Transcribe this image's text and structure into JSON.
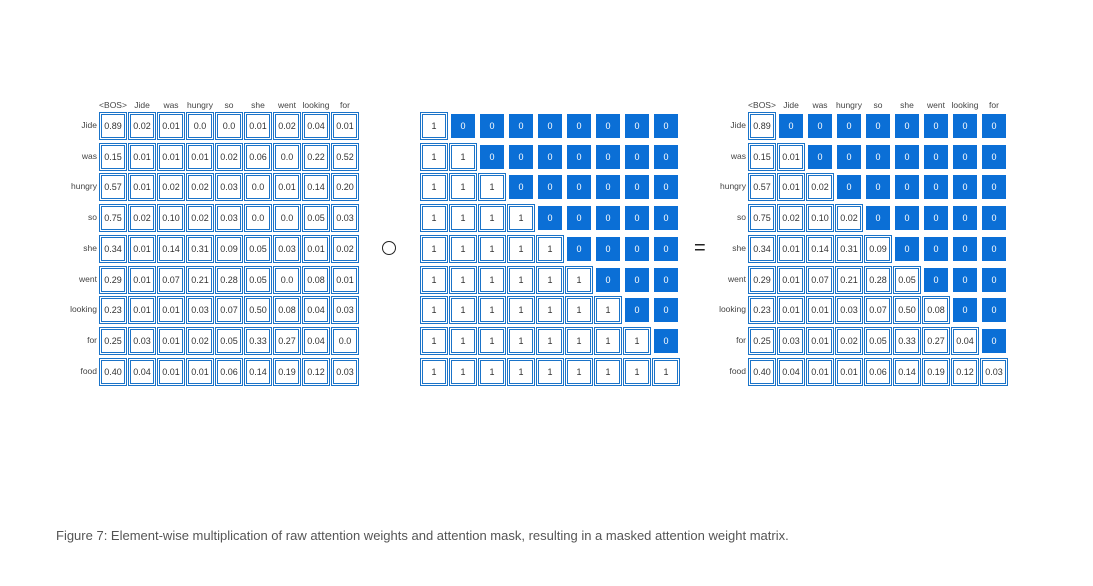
{
  "tokens": [
    "<BOS>",
    "Jide",
    "was",
    "hungry",
    "so",
    "she",
    "went",
    "looking",
    "for"
  ],
  "row_tokens": [
    "Jide",
    "was",
    "hungry",
    "so",
    "she",
    "went",
    "looking",
    "for",
    "food"
  ],
  "raw_weights": [
    [
      "0.89",
      "0.02",
      "0.01",
      "0.0",
      "0.0",
      "0.01",
      "0.02",
      "0.04",
      "0.01"
    ],
    [
      "0.15",
      "0.01",
      "0.01",
      "0.01",
      "0.02",
      "0.06",
      "0.0",
      "0.22",
      "0.52"
    ],
    [
      "0.57",
      "0.01",
      "0.02",
      "0.02",
      "0.03",
      "0.0",
      "0.01",
      "0.14",
      "0.20"
    ],
    [
      "0.75",
      "0.02",
      "0.10",
      "0.02",
      "0.03",
      "0.0",
      "0.0",
      "0.05",
      "0.03"
    ],
    [
      "0.34",
      "0.01",
      "0.14",
      "0.31",
      "0.09",
      "0.05",
      "0.03",
      "0.01",
      "0.02"
    ],
    [
      "0.29",
      "0.01",
      "0.07",
      "0.21",
      "0.28",
      "0.05",
      "0.0",
      "0.08",
      "0.01"
    ],
    [
      "0.23",
      "0.01",
      "0.01",
      "0.03",
      "0.07",
      "0.50",
      "0.08",
      "0.04",
      "0.03"
    ],
    [
      "0.25",
      "0.03",
      "0.01",
      "0.02",
      "0.05",
      "0.33",
      "0.27",
      "0.04",
      "0.0"
    ],
    [
      "0.40",
      "0.04",
      "0.01",
      "0.01",
      "0.06",
      "0.14",
      "0.19",
      "0.12",
      "0.03"
    ]
  ],
  "mask_one": "1",
  "mask_zero": "0",
  "operator_equals": "=",
  "colors": {
    "accent": "#0b6fd6",
    "border": "#1a73c8"
  },
  "caption": "Figure 7: Element-wise multiplication of raw attention weights and attention mask, resulting in a masked attention weight matrix."
}
